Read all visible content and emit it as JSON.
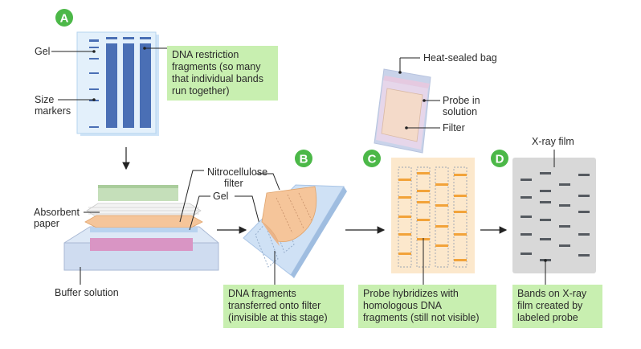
{
  "badges": {
    "a": "A",
    "b": "B",
    "c": "C",
    "d": "D"
  },
  "labels": {
    "gel_top": "Gel",
    "size_markers_1": "Size",
    "size_markers_2": "markers",
    "nitro_1": "Nitrocellulose",
    "nitro_2": "filter",
    "gel_mid": "Gel",
    "absorbent_1": "Absorbent",
    "absorbent_2": "paper",
    "buffer": "Buffer solution",
    "bag": "Heat-sealed bag",
    "probe_1": "Probe in",
    "probe_2": "solution",
    "filter": "Filter",
    "xray": "X-ray film"
  },
  "notes": {
    "dna_restriction": "DNA restriction\nfragments (so many\nthat individual bands\nrun together)",
    "transferred": "DNA fragments\ntransferred onto filter\n(invisible at this stage)",
    "hybridizes": "Probe hybridizes with\nhomologous DNA\nfragments (still not visible)",
    "bands": "Bands on X-ray\nfilm created by\nlabeled probe"
  },
  "colors": {
    "badge_green": "#4cb848",
    "note_green": "#c8efb0",
    "lane_blue": "#4a6fb5",
    "band_gray": "#555a60",
    "band_orange": "#f2a33a"
  }
}
